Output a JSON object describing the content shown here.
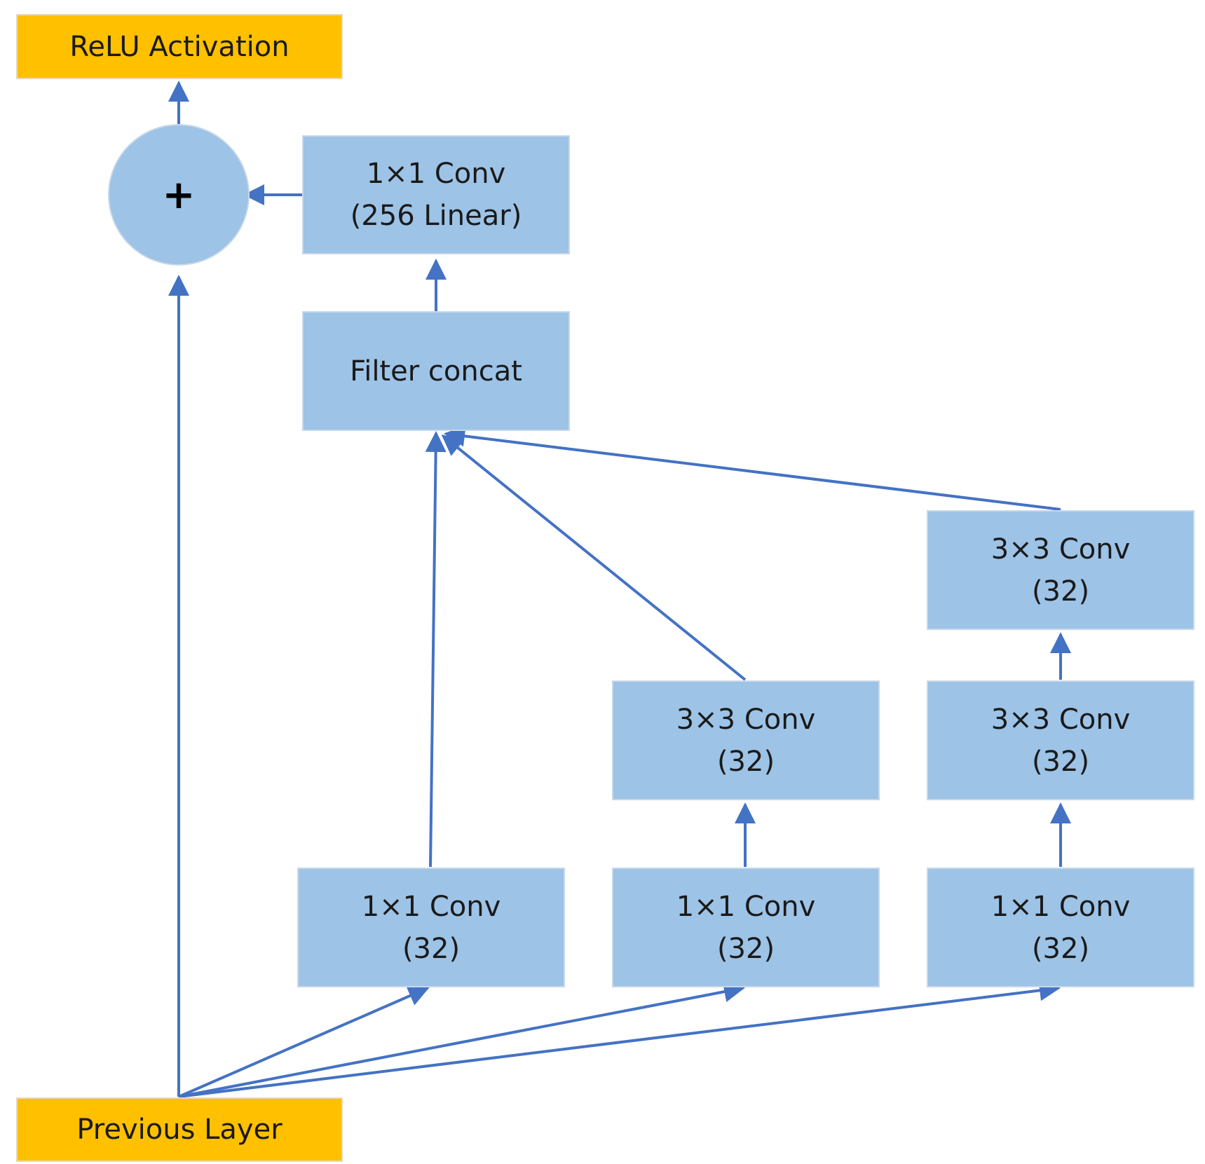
{
  "nodes": {
    "relu": {
      "line1": "ReLU Activation"
    },
    "previous_layer": {
      "line1": "Previous Layer"
    },
    "add": {
      "symbol": "+"
    },
    "conv_linear": {
      "line1": "1×1 Conv",
      "line2": "(256 Linear)"
    },
    "filter_concat": {
      "line1": "Filter concat"
    },
    "branch1_conv1x1": {
      "line1": "1×1 Conv",
      "line2": "(32)"
    },
    "branch2_conv1x1": {
      "line1": "1×1 Conv",
      "line2": "(32)"
    },
    "branch2_conv3x3": {
      "line1": "3×3 Conv",
      "line2": "(32)"
    },
    "branch3_conv1x1": {
      "line1": "1×1 Conv",
      "line2": "(32)"
    },
    "branch3_conv3x3_a": {
      "line1": "3×3 Conv",
      "line2": "(32)"
    },
    "branch3_conv3x3_b": {
      "line1": "3×3 Conv",
      "line2": "(32)"
    }
  },
  "colors": {
    "box_fill": "#9dc3e6",
    "io_fill": "#ffc000",
    "arrow": "#4472c4"
  }
}
